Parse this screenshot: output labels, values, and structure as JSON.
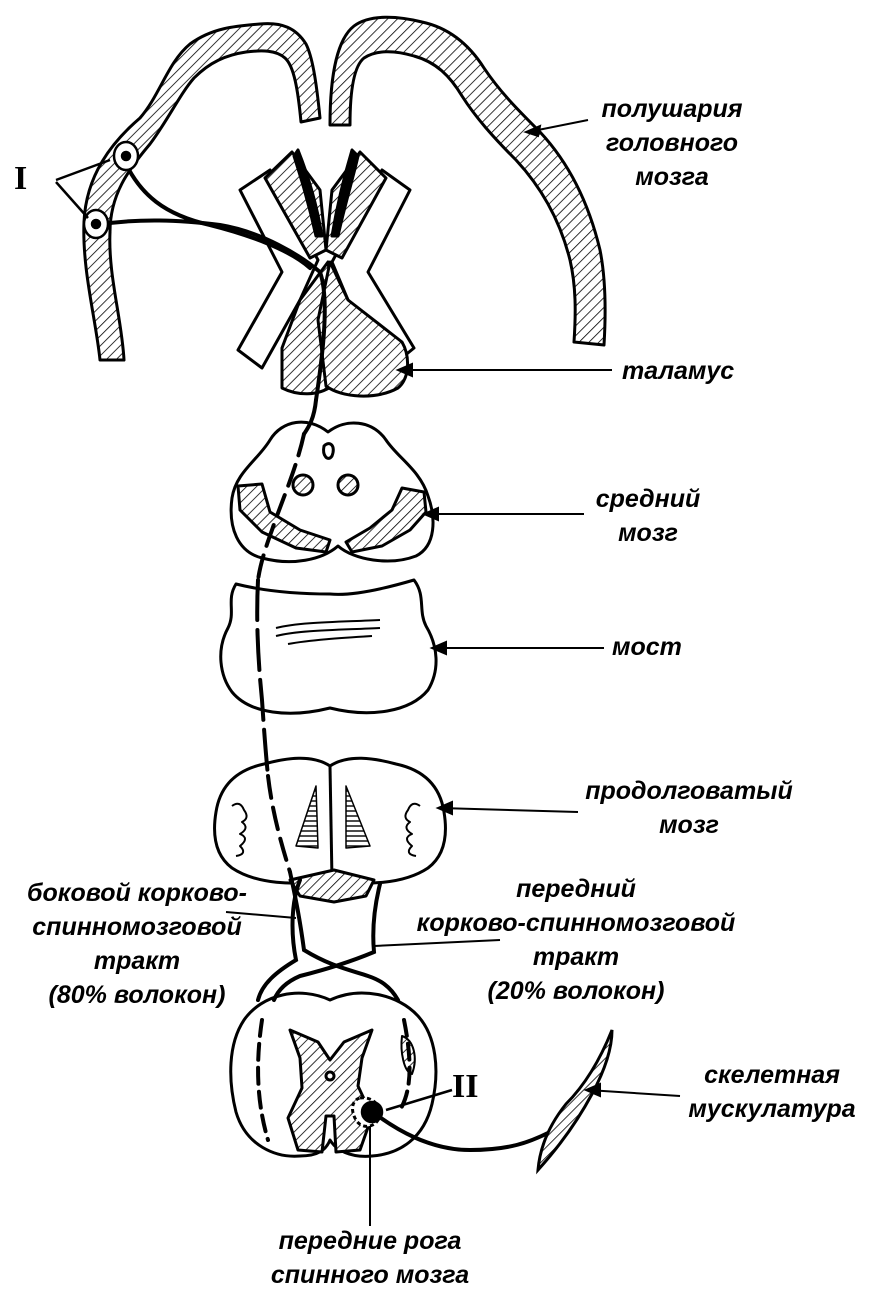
{
  "markers": {
    "upper_neuron": "I",
    "lower_neuron": "II"
  },
  "labels": {
    "hemispheres": [
      "полушария",
      "головного",
      "мозга"
    ],
    "thalamus": [
      "таламус"
    ],
    "midbrain": [
      "средний",
      "мозг"
    ],
    "pons": [
      "мост"
    ],
    "medulla": [
      "продолговатый",
      "мозг"
    ],
    "lateral_tract": [
      "боковой корково-",
      "спинномозговой",
      "тракт",
      "(80% волокон)"
    ],
    "anterior_tract": [
      "передний",
      "корково-спинномозговой",
      "тракт",
      "(20% волокон)"
    ],
    "skeletal_muscle": [
      "скелетная",
      "мускулатура"
    ],
    "anterior_horns": [
      "передние рога",
      "спинного мозга"
    ]
  }
}
